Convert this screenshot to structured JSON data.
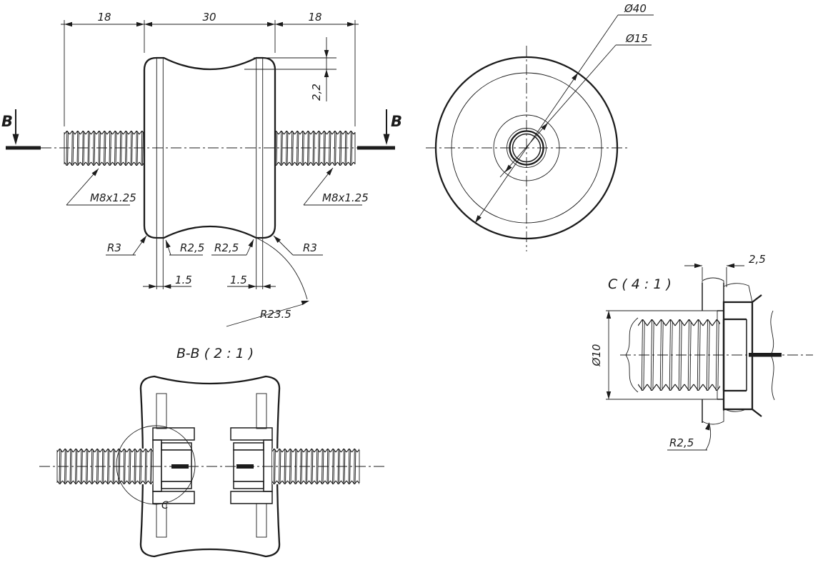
{
  "drawing": {
    "front_view": {
      "dim_width_left": "18",
      "dim_width_mid": "30",
      "dim_width_right": "18",
      "dim_groove_depth": "2,2",
      "thread_label_left": "M8x1.25",
      "thread_label_right": "M8x1.25",
      "fillet_left_outer": "R3",
      "fillet_left_inner": "R2,5",
      "fillet_right_inner": "R2,5",
      "fillet_right_outer": "R3",
      "dim_rim_left": "1.5",
      "dim_rim_right": "1.5",
      "groove_radius": "R23.5",
      "cut_label_left": "B",
      "cut_label_right": "B"
    },
    "end_view": {
      "dia_outer": "Ø40",
      "dia_hub": "Ø15"
    },
    "section_view": {
      "title": "B-B ( 2 : 1 )",
      "detail_marker": "C"
    },
    "detail_view": {
      "title": "C ( 4 : 1 )",
      "dim_plate_thickness": "2,5",
      "dia_stud": "Ø10",
      "fillet": "R2,5"
    }
  },
  "colors": {
    "line": "#1c1c1c",
    "background": "#ffffff"
  }
}
